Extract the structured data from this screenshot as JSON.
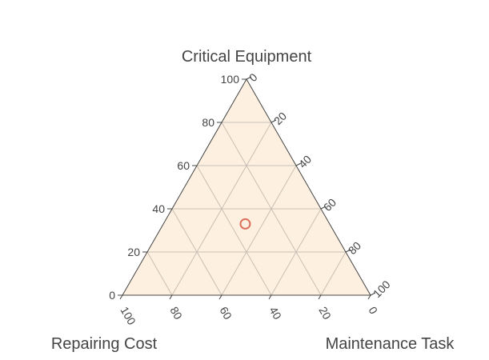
{
  "chart_data": {
    "type": "ternary",
    "title": "",
    "axes": {
      "a": {
        "title": "Critical Equipment",
        "range": [
          0,
          100
        ],
        "ticks": [
          0,
          20,
          40,
          60,
          80,
          100
        ]
      },
      "b": {
        "title": "Repairing Cost",
        "range": [
          0,
          100
        ],
        "ticks": [
          0,
          20,
          40,
          60,
          80,
          100
        ]
      },
      "c": {
        "title": "Maintenance Task",
        "range": [
          0,
          100
        ],
        "ticks": [
          0,
          20,
          40,
          60,
          80,
          100
        ]
      }
    },
    "grid": true,
    "points": [
      {
        "a": 33,
        "b": 34,
        "c": 33
      }
    ],
    "colors": {
      "background": "#fdf0e0",
      "grid": "#c8bfb6",
      "outline": "#444444",
      "marker": "#d9705a"
    }
  }
}
